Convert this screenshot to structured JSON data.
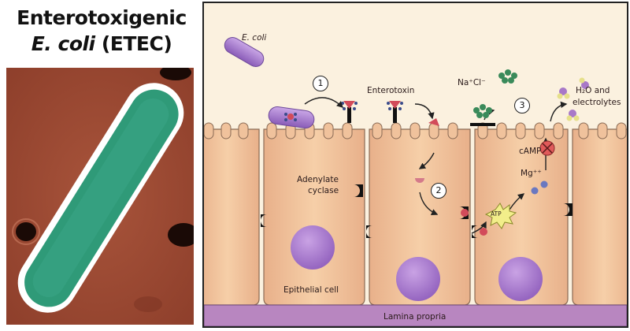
{
  "title": {
    "line1": "Enterotoxigenic",
    "line2_italic": "E. coli",
    "line2_rest": "(ETEC)"
  },
  "micrograph": {
    "colors": {
      "background": "#9c4a34",
      "bacterium": "#2f9a78",
      "rim": "#ffffff"
    }
  },
  "diagram": {
    "labels": {
      "ecoli": "E. coli",
      "enterotoxin": "Enterotoxin",
      "nacl": "Na⁺Cl⁻",
      "h2o": "H₂O and",
      "electrolytes": "electrolytes",
      "adenylate1": "Adenylate",
      "adenylate2": "cyclase",
      "camp": "cAMP",
      "mg": "Mg⁺⁺",
      "atp": "ATP",
      "epithelial": "Epithelial cell",
      "lamina": "Lamina propria"
    },
    "steps": [
      "1",
      "2",
      "3"
    ],
    "colors": {
      "cell": "#f3c49b",
      "cell_border": "#8a6b55",
      "nucleus": "#a878c8",
      "lamina": "#b886c0",
      "toxin": "#d24b5a",
      "ions": "#3a8a5a"
    }
  }
}
